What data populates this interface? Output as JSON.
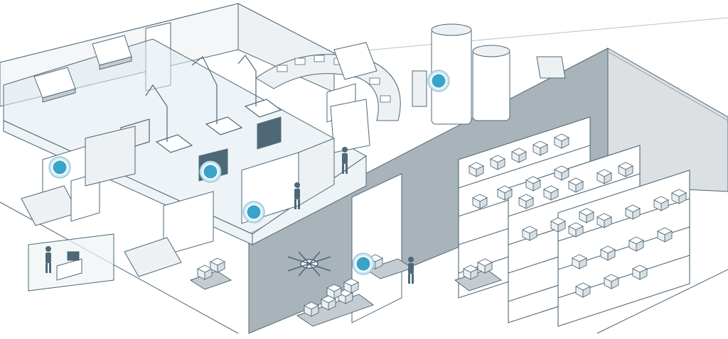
{
  "scene": {
    "theme": {
      "line": "#4e6878",
      "fill_light": "#ffffff",
      "fill_grey": "#e6eaed",
      "wall_grey": "#a9b3ba",
      "floor": "#ffffff",
      "glass": "#dfe9ee",
      "hotspot_color": "#3aa3c8",
      "hotspot_halo": "#cfe6ef"
    },
    "hotspots": [
      {
        "id": "machine-left"
      },
      {
        "id": "stacked-crate"
      },
      {
        "id": "press-line"
      },
      {
        "id": "storage-tanks"
      },
      {
        "id": "drone-bay"
      }
    ],
    "icons": [
      "robot-arm-icon",
      "conveyor-icon",
      "storage-tank-icon",
      "shelving-rack-icon",
      "drone-icon",
      "worker-icon",
      "agv-cart-icon",
      "box-icon",
      "desk-computer-icon"
    ]
  }
}
